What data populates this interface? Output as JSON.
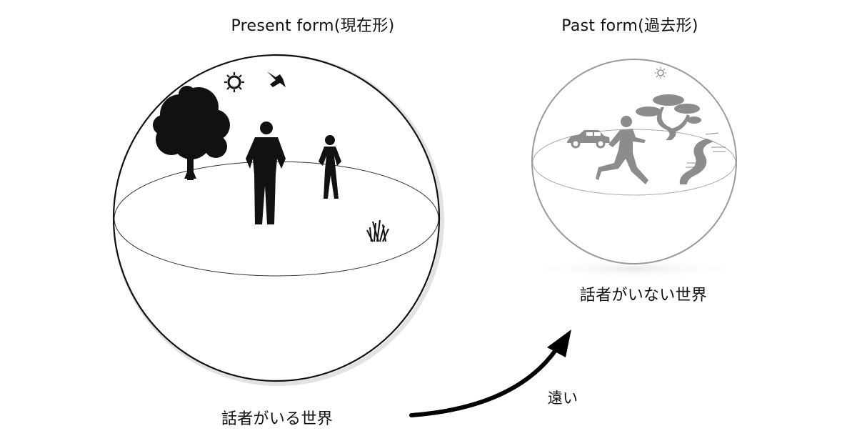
{
  "present": {
    "title": "Present form(現在形)",
    "caption": "話者がいる世界"
  },
  "past": {
    "title": "Past form(過去形)",
    "caption": "話者がいない世界"
  },
  "arrow": {
    "label": "遠い"
  },
  "colors": {
    "present_ink": "#111111",
    "past_ink": "#8c8c8c",
    "sphere_stroke_past": "#9a9a9a"
  }
}
